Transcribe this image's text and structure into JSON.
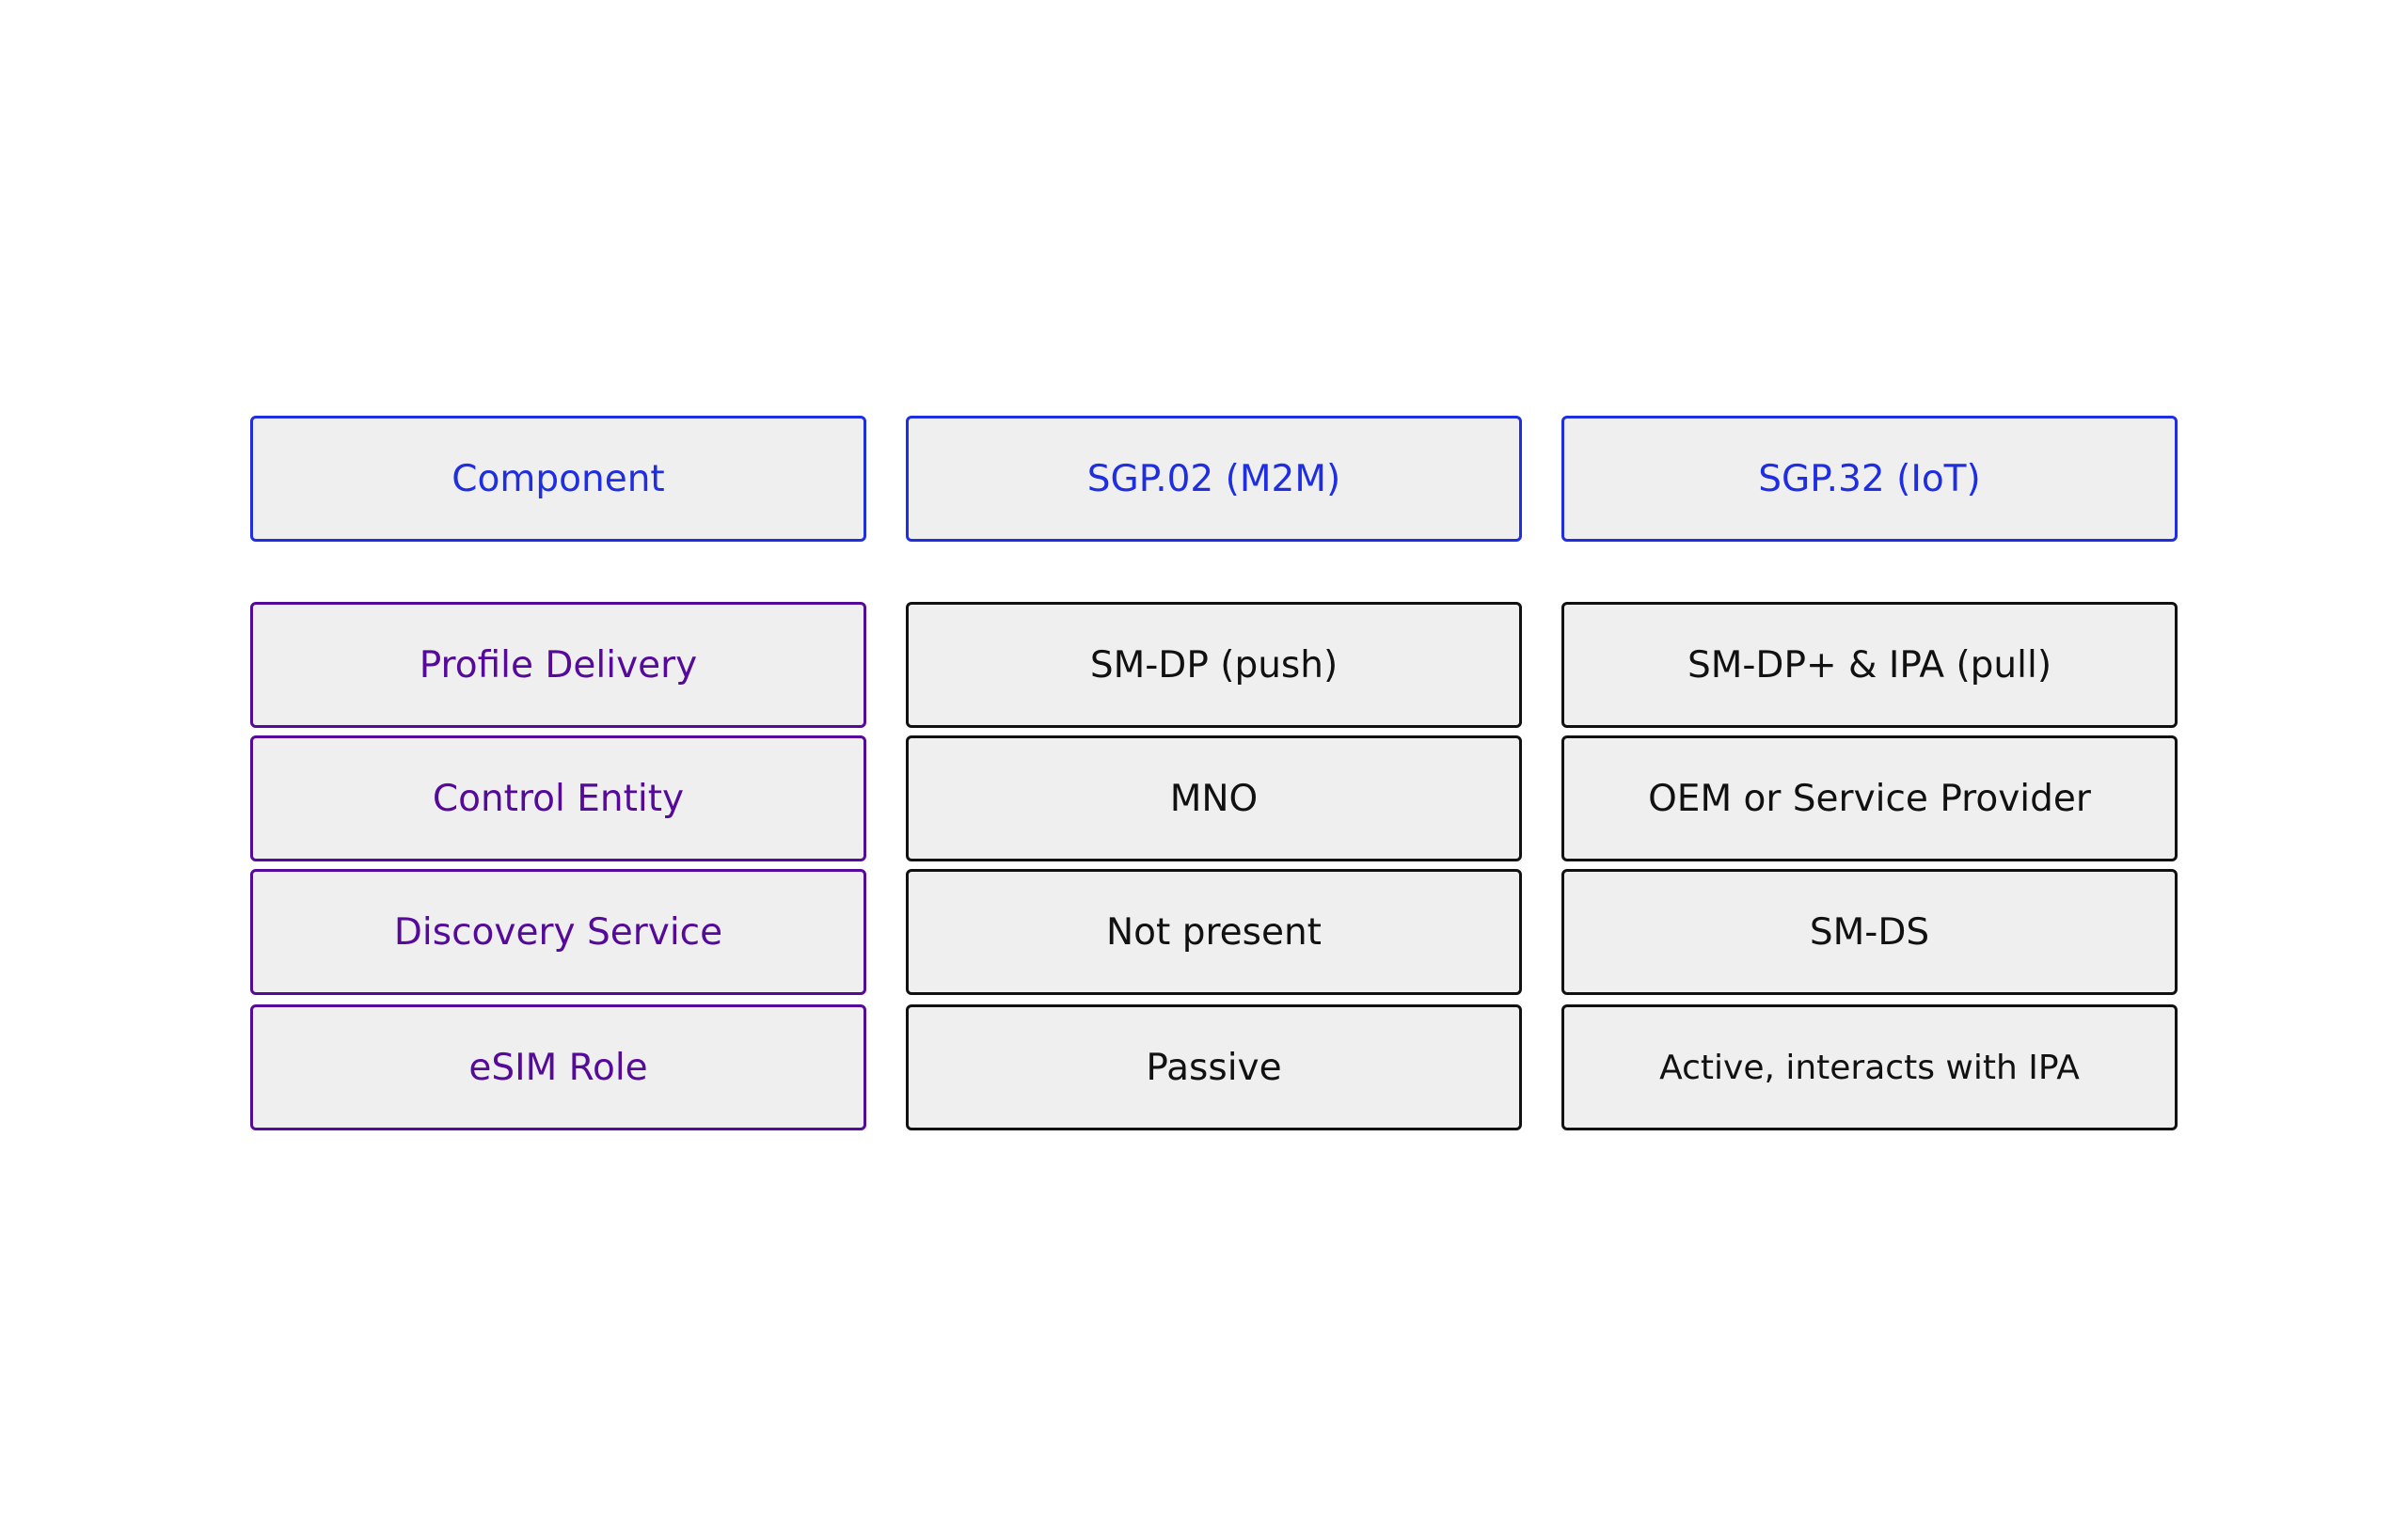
{
  "table": {
    "headers": [
      "Component",
      "SGP.02 (M2M)",
      "SGP.32 (IoT)"
    ],
    "rows": [
      {
        "label": "Profile Delivery",
        "m2m": "SM-DP (push)",
        "iot": "SM-DP+ & IPA (pull)"
      },
      {
        "label": "Control Entity",
        "m2m": "MNO",
        "iot": "OEM or Service Provider"
      },
      {
        "label": "Discovery Service",
        "m2m": "Not present",
        "iot": "SM-DS"
      },
      {
        "label": "eSIM Role",
        "m2m": "Passive",
        "iot": "Active, interacts with IPA"
      }
    ]
  },
  "colors": {
    "header": "#1f2ee0",
    "row_label": "#550a9a",
    "value": "#111111",
    "cell_fill": "#efefef"
  }
}
